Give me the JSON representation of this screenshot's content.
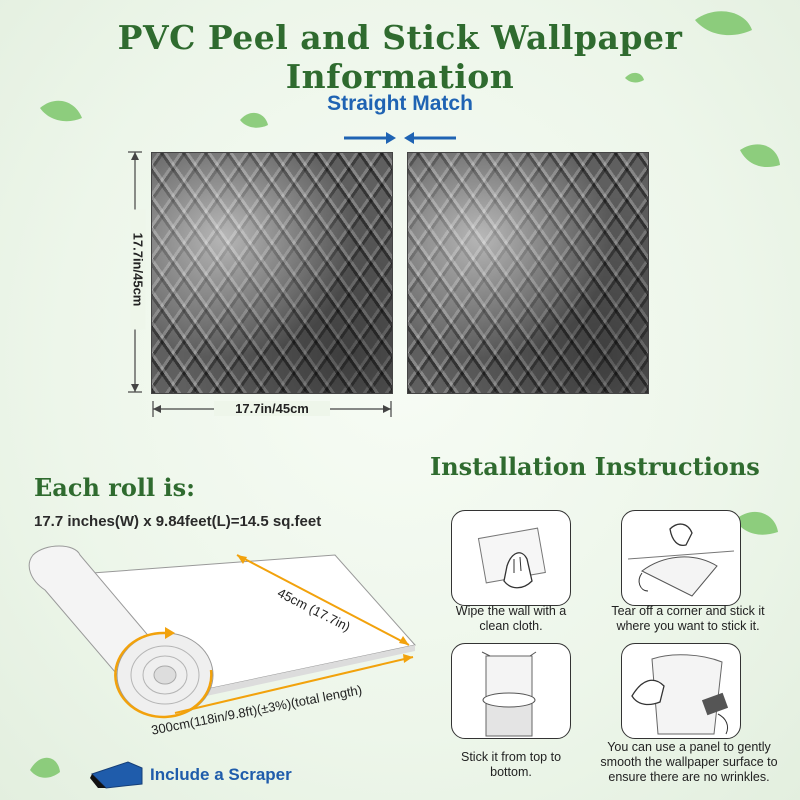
{
  "title": "PVC Peel and Stick Wallpaper Information",
  "match": {
    "label": "Straight Match",
    "height_label": "17.7in/45cm",
    "width_label": "17.7in/45cm"
  },
  "roll": {
    "heading": "Each roll is:",
    "spec": "17.7 inches(W) x 9.84feet(L)=14.5 sq.feet",
    "width_label": "45cm (17.7in)",
    "length_label": "300cm(118in/9.8ft)(±3%)(total length)"
  },
  "scraper": {
    "label": "Include a Scraper"
  },
  "installation": {
    "heading": "Installation Instructions",
    "steps": [
      {
        "text": "Wipe the wall with a clean cloth."
      },
      {
        "text": "Tear off a corner and stick it where you want to stick it."
      },
      {
        "text": "Stick it from top to bottom."
      },
      {
        "text": "You can use a panel to gently smooth the wallpaper surface to ensure there are no wrinkles."
      }
    ]
  },
  "colors": {
    "title_green": "#2f6b2f",
    "accent_blue": "#1f63b3",
    "dimension_orange": "#f2a20c"
  }
}
